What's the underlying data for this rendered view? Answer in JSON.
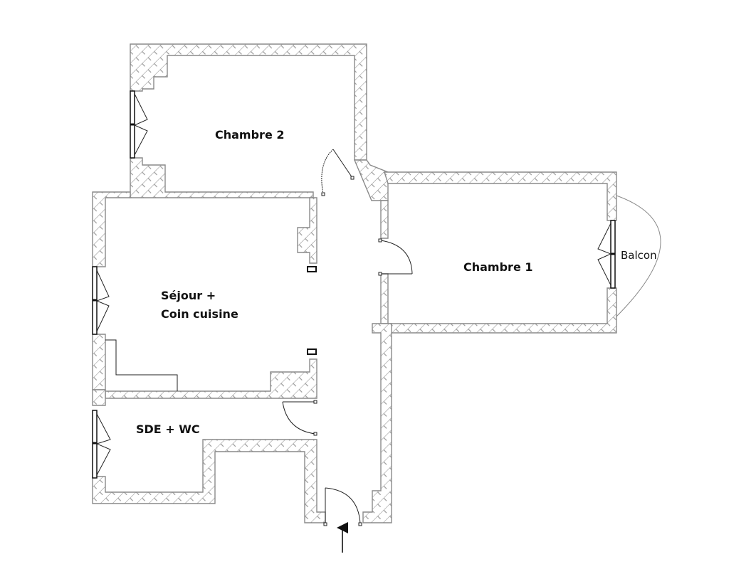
{
  "plan": {
    "title": "Floor plan",
    "rooms": [
      {
        "id": "chambre-2",
        "label": "Chambre 2"
      },
      {
        "id": "chambre-1",
        "label": "Chambre 1"
      },
      {
        "id": "sejour",
        "label_line1": "Séjour +",
        "label_line2": "Coin cuisine"
      },
      {
        "id": "sde",
        "label": "SDE + WC"
      }
    ],
    "balcony": {
      "label": "Balcon"
    },
    "entrance": {
      "icon": "arrow-up-icon"
    },
    "colors": {
      "wall_stroke": "#8a8a8a",
      "line": "#222222",
      "background": "#ffffff"
    }
  }
}
